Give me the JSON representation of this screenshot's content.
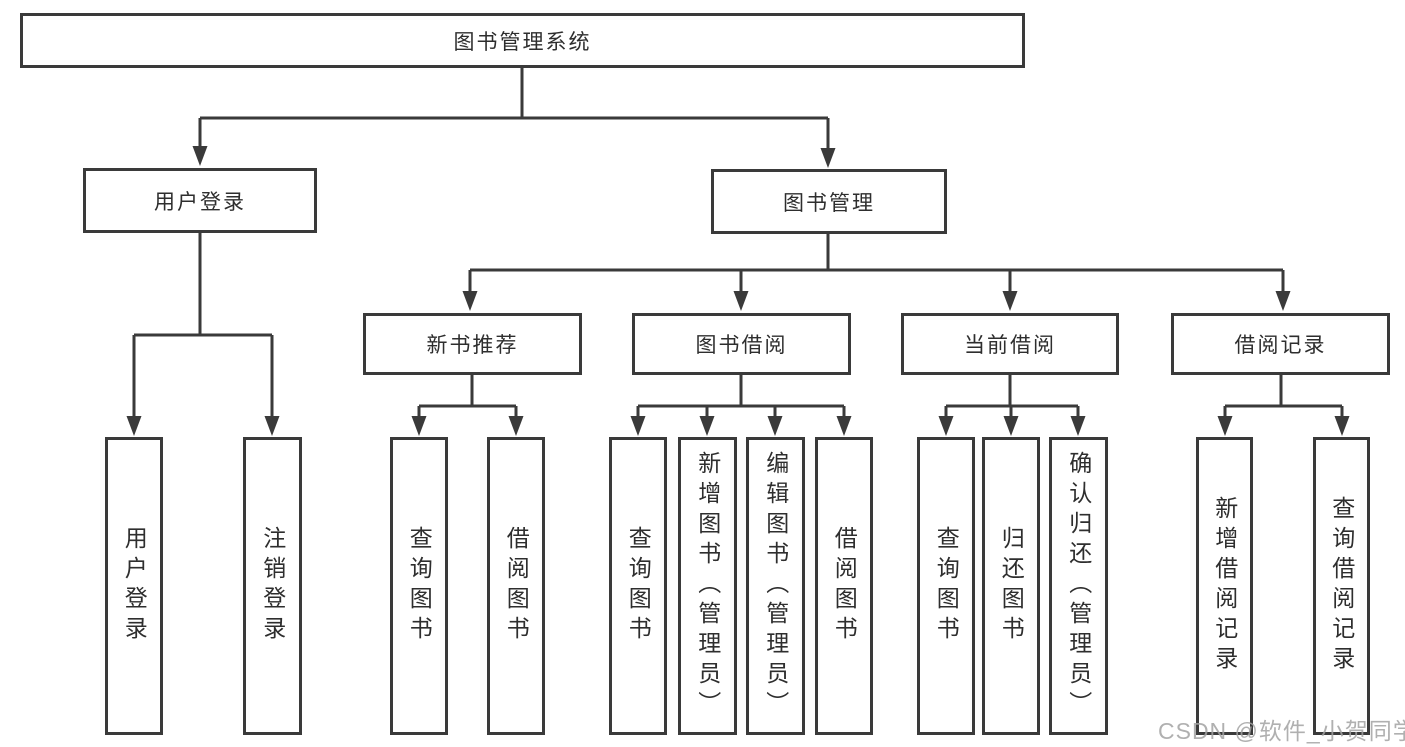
{
  "diagram_title": "图书管理系统",
  "tree": {
    "label": "图书管理系统",
    "children": [
      {
        "label": "用户登录",
        "children": [
          {
            "label": "用户登录"
          },
          {
            "label": "注销登录"
          }
        ]
      },
      {
        "label": "图书管理",
        "children": [
          {
            "label": "新书推荐",
            "children": [
              {
                "label": "查询图书"
              },
              {
                "label": "借阅图书"
              }
            ]
          },
          {
            "label": "图书借阅",
            "children": [
              {
                "label": "查询图书"
              },
              {
                "label": "新增图书（管理员）"
              },
              {
                "label": "编辑图书（管理员）"
              },
              {
                "label": "借阅图书"
              }
            ]
          },
          {
            "label": "当前借阅",
            "children": [
              {
                "label": "查询图书"
              },
              {
                "label": "归还图书"
              },
              {
                "label": "确认归还（管理员）"
              }
            ]
          },
          {
            "label": "借阅记录",
            "children": [
              {
                "label": "新增借阅记录"
              },
              {
                "label": "查询借阅记录"
              }
            ]
          }
        ]
      }
    ]
  },
  "watermark": "CSDN @软件_小贺同学",
  "colors": {
    "line": "#3a3a3a",
    "text": "#2e2e2e",
    "watermark": "#a3a3a3",
    "background": "#ffffff"
  }
}
